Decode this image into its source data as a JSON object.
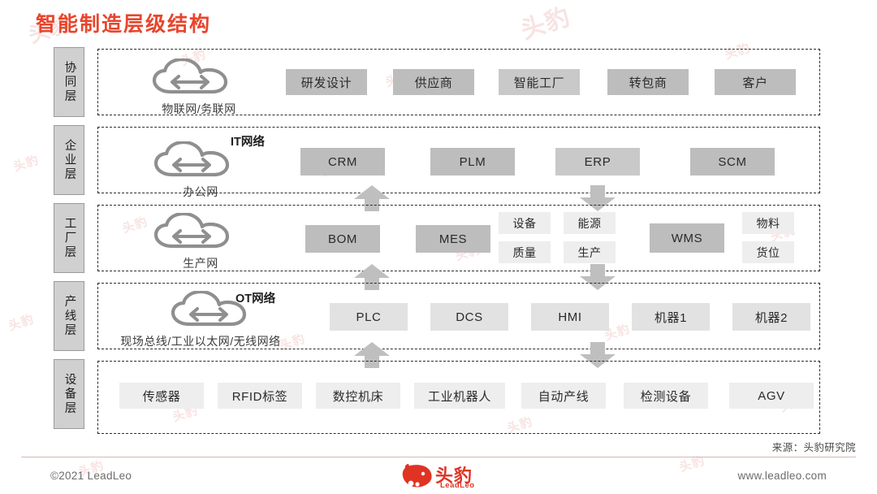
{
  "title": "智能制造层级结构",
  "colors": {
    "title_red": "#e8452c",
    "brand_red": "#e03324",
    "cell_dark": "#bdbdbd",
    "cell_mid": "#c9c9c9",
    "cell_light": "#e2e2e2",
    "cell_pale": "#eeeeee",
    "tag_gray": "#d0d0d0",
    "arrow_gray": "#bfbfbf",
    "dashed_border": "#2b2b2b"
  },
  "layers": [
    {
      "tag": "协同层",
      "network_label": "",
      "cloud_caption": "物联网/务联网",
      "cells": [
        "研发设计",
        "供应商",
        "智能工厂",
        "转包商",
        "客户"
      ]
    },
    {
      "tag": "企业层",
      "network_label": "IT网络",
      "cloud_caption": "办公网",
      "cells": [
        "CRM",
        "PLM",
        "ERP",
        "SCM"
      ]
    },
    {
      "tag": "工厂层",
      "network_label": "",
      "cloud_caption": "生产网",
      "cells": [
        "BOM",
        "MES",
        "设备",
        "能源",
        "质量",
        "生产",
        "WMS",
        "物料",
        "货位"
      ]
    },
    {
      "tag": "产线层",
      "network_label": "OT网络",
      "cloud_caption": "现场总线/工业以太网/无线网络",
      "cells": [
        "PLC",
        "DCS",
        "HMI",
        "机器1",
        "机器2"
      ]
    },
    {
      "tag": "设备层",
      "network_label": "",
      "cloud_caption": "",
      "cells": [
        "传感器",
        "RFID标签",
        "数控机床",
        "工业机器人",
        "自动产线",
        "检测设备",
        "AGV"
      ]
    }
  ],
  "arrows": [
    {
      "direction": "up",
      "between": "企业层-工厂层"
    },
    {
      "direction": "down",
      "between": "企业层-工厂层"
    },
    {
      "direction": "up",
      "between": "工厂层-产线层"
    },
    {
      "direction": "down",
      "between": "工厂层-产线层"
    },
    {
      "direction": "up",
      "between": "产线层-设备层"
    },
    {
      "direction": "down",
      "between": "产线层-设备层"
    }
  ],
  "footer": {
    "source": "来源：头豹研究院",
    "copyright": "©2021 LeadLeo",
    "website": "www.leadleo.com",
    "logo_cn": "头豹",
    "logo_en": "LeadLeo"
  },
  "watermark": "头豹"
}
